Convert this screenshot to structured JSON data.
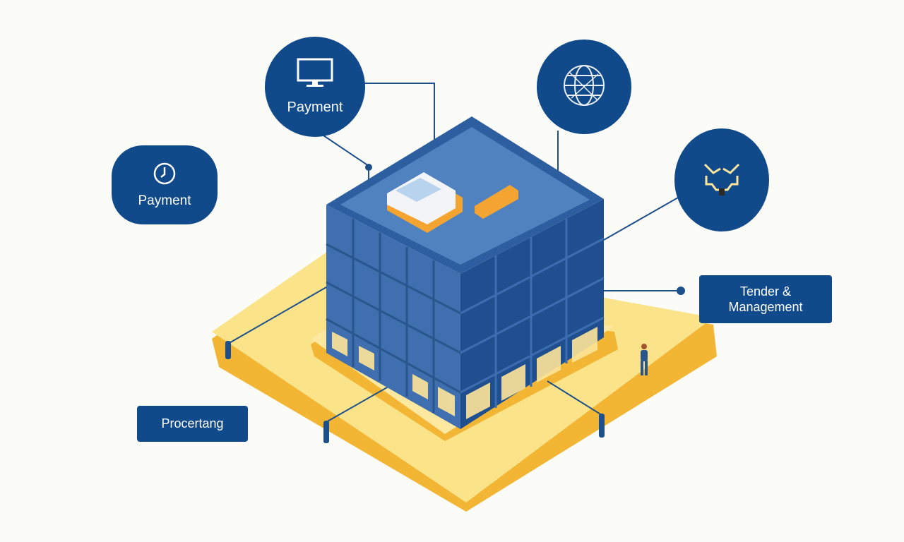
{
  "labels": {
    "payment_circle": "Payment",
    "payment_pill": "Payment",
    "tender_line1": "Tender &",
    "tender_line2": "Management",
    "processing": "Procertang"
  },
  "icons": {
    "top_left": "monitor-icon",
    "top_right": "globe-icon",
    "right": "handshake-icon",
    "pill": "clock-icon"
  },
  "colors": {
    "navy": "#114a8b",
    "building_blue": "#3f6fae",
    "roof": "#4f82bf",
    "platform_yellow": "#fbe38a",
    "platform_edge": "#f2b634",
    "accent_orange": "#f3a431",
    "background": "#fbfbf8"
  }
}
